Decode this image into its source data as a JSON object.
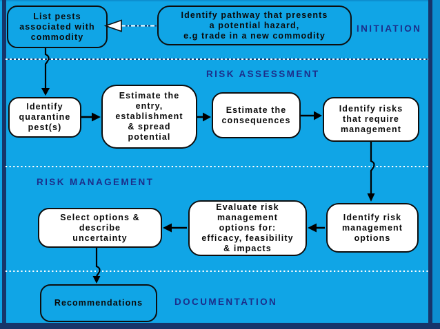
{
  "title": "Pest risk analysis flowchart",
  "palette": {
    "background": "#10a5e6",
    "frame_navy": "#16356a",
    "phase_label_text": "#1c2e8a",
    "box_fill_white": "#ffffff",
    "box_border": "#0d0d0d",
    "connector": "#000000",
    "separator_white": "#ffffff"
  },
  "phases": {
    "initiation": "INITIATION",
    "risk_assessment": "RISK ASSESSMENT",
    "risk_management": "RISK MANAGEMENT",
    "documentation": "DOCUMENTATION"
  },
  "boxes": {
    "list_pests": {
      "text": "List pests\nassociated with\ncommodity"
    },
    "identify_pathway": {
      "text": "Identify pathway that presents\na potential hazard,\ne.g trade in a new commodity"
    },
    "identify_quarantine": {
      "text": "Identify\nquarantine\npest(s)"
    },
    "estimate_entry": {
      "text": "Estimate the\nentry,\nestablishment\n& spread\npotential"
    },
    "estimate_consequences": {
      "text": "Estimate the\nconsequences"
    },
    "identify_risks": {
      "text": "Identify risks\nthat require\nmanagement"
    },
    "select_options": {
      "text": "Select options &\ndescribe\nuncertainty"
    },
    "evaluate_options": {
      "text": "Evaluate risk\nmanagement\noptions for:\nefficacy, feasibility\n& impacts"
    },
    "identify_mgmt_options": {
      "text": "Identify risk\nmanagement\noptions"
    },
    "recommendations": {
      "text": "Recommendations"
    }
  }
}
